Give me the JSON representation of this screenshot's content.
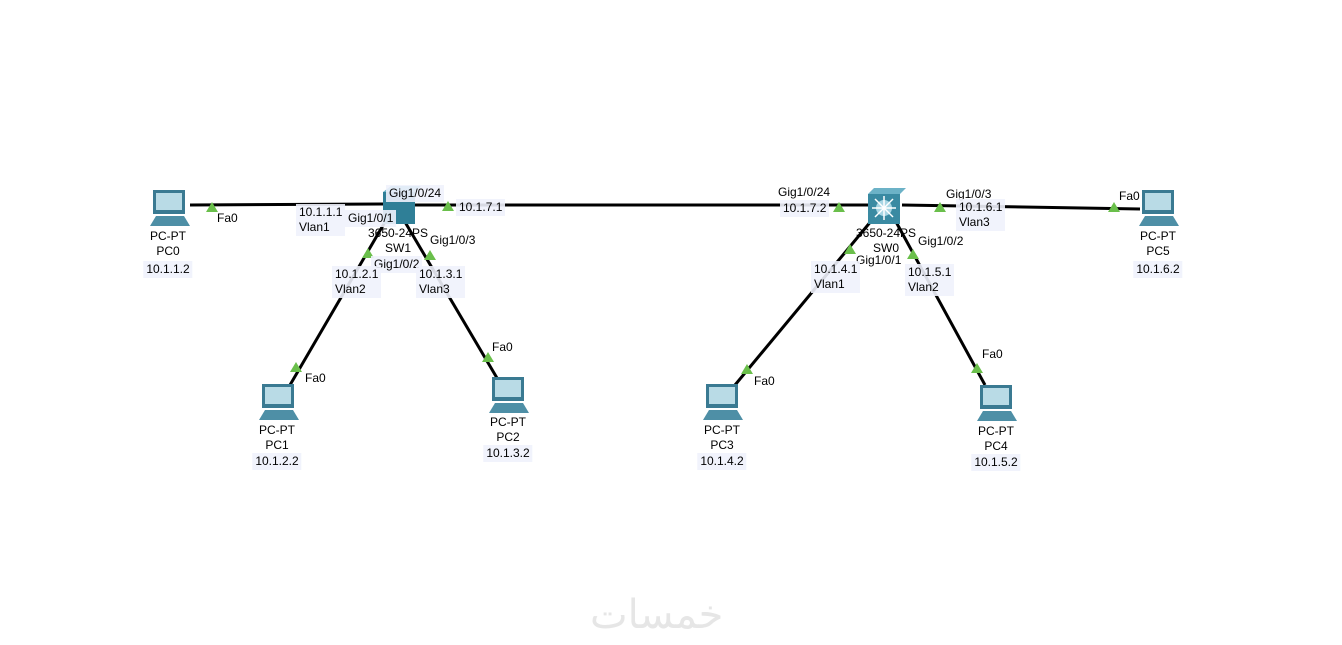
{
  "devices": [
    {
      "id": "pc0",
      "type": "PC-PT",
      "name": "PC0",
      "ip": "10.1.1.2"
    },
    {
      "id": "pc1",
      "type": "PC-PT",
      "name": "PC1",
      "ip": "10.1.2.2"
    },
    {
      "id": "pc2",
      "type": "PC-PT",
      "name": "PC2",
      "ip": "10.1.3.2"
    },
    {
      "id": "pc3",
      "type": "PC-PT",
      "name": "PC3",
      "ip": "10.1.4.2"
    },
    {
      "id": "pc4",
      "type": "PC-PT",
      "name": "PC4",
      "ip": "10.1.5.2"
    },
    {
      "id": "pc5",
      "type": "PC-PT",
      "name": "PC5",
      "ip": "10.1.6.2"
    },
    {
      "id": "sw1",
      "type": "3650-24PS",
      "name": "SW1"
    },
    {
      "id": "sw0",
      "type": "3650-24PS",
      "name": "SW0"
    }
  ],
  "labels": [
    {
      "text": "Fa0"
    },
    {
      "text": "10.1.1.1\nVlan1"
    },
    {
      "text": "Gig1/0/24"
    },
    {
      "text": "10.1.7.1"
    },
    {
      "text": "Gig1/0/1"
    },
    {
      "text": "Gig1/0/3"
    },
    {
      "text": "Gig1/0/2"
    },
    {
      "text": "10.1.2.1\nVlan2"
    },
    {
      "text": "10.1.3.1\nVlan3"
    },
    {
      "text": "Fa0"
    },
    {
      "text": "Fa0"
    },
    {
      "text": "Gig1/0/24"
    },
    {
      "text": "10.1.7.2"
    },
    {
      "text": "Gig1/0/3"
    },
    {
      "text": "10.1.6.1\nVlan3"
    },
    {
      "text": "Fa0"
    },
    {
      "text": "Gig1/0/2"
    },
    {
      "text": "Gig1/0/1"
    },
    {
      "text": "10.1.4.1\nVlan1"
    },
    {
      "text": "10.1.5.1\nVlan2"
    },
    {
      "text": "Fa0"
    },
    {
      "text": "Fa0"
    }
  ],
  "colors": {
    "link": "#000000",
    "port_up": "#6abf4b",
    "label_bg": "#f0f2fc"
  },
  "logo": "خمسات"
}
